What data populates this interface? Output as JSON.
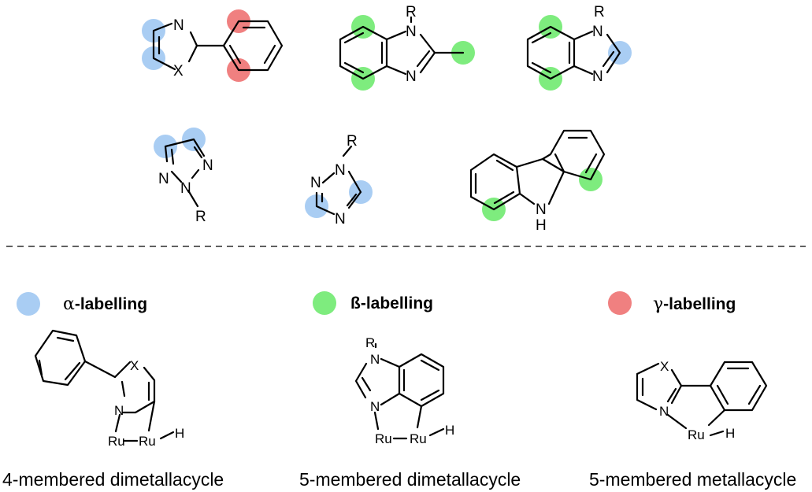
{
  "colors": {
    "alpha": "#a9cdf3",
    "beta": "#7eec7e",
    "gamma": "#f08080"
  },
  "atoms": {
    "N": "N",
    "X": "X",
    "R": "R",
    "H": "H",
    "NH": "N",
    "Ru": "Ru"
  },
  "legend": {
    "alpha": {
      "symbol": "α",
      "label": "-labelling"
    },
    "beta": {
      "symbol": "ß",
      "label": "-labelling"
    },
    "gamma": {
      "symbol": "γ",
      "label": "-labelling"
    }
  },
  "captions": {
    "left": "4-membered dimetallacycle",
    "middle": "5-membered dimetallacycle",
    "right": "5-membered metallacycle"
  }
}
